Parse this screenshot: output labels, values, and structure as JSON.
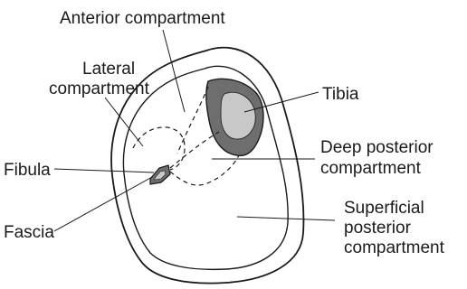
{
  "labels": {
    "anterior": "Anterior compartment",
    "lateral_1": "Lateral",
    "lateral_2": "compartment",
    "tibia": "Tibia",
    "deep_1": "Deep posterior",
    "deep_2": "compartment",
    "fibula": "Fibula",
    "fascia": "Fascia",
    "superficial_1": "Superficial",
    "superficial_2": "posterior",
    "superficial_3": "compartment"
  },
  "colors": {
    "outline": "#1a1a1a",
    "tibia_cortex": "#6e6e6e",
    "tibia_marrow": "#c8c8c8",
    "background": "#ffffff"
  }
}
